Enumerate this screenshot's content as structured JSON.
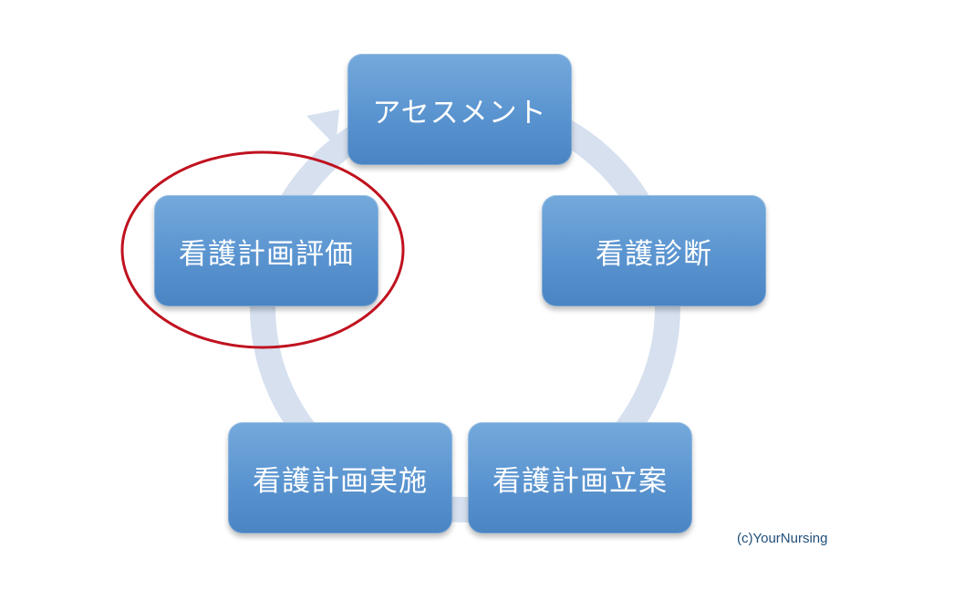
{
  "steps": [
    {
      "label": "アセスメント"
    },
    {
      "label": "看護診断"
    },
    {
      "label": "看護計画立案"
    },
    {
      "label": "看護計画実施"
    },
    {
      "label": "看護計画評価"
    }
  ],
  "highlighted_step": "看護計画評価",
  "colors": {
    "box": "#5a94d0",
    "ring": "#d6e0ef",
    "highlight": "#c0121f",
    "text": "#ffffff"
  },
  "footer": {
    "copyright": "(c)YourNursing"
  }
}
